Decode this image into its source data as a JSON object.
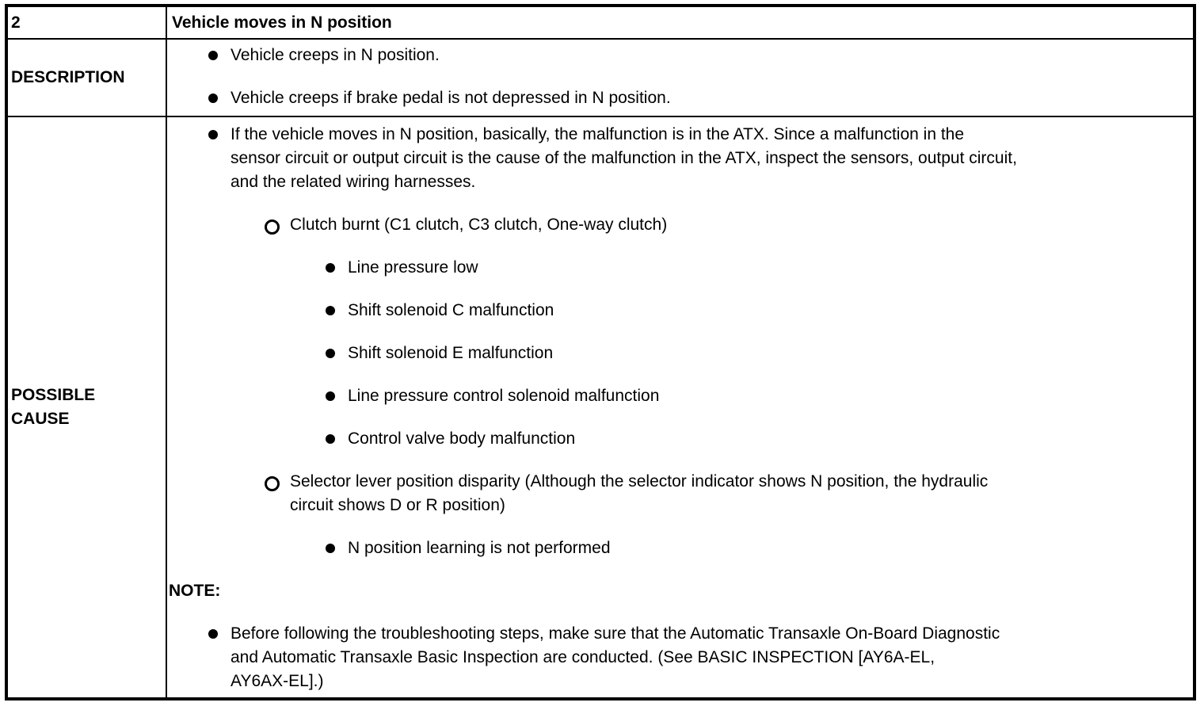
{
  "item": {
    "number": "2",
    "title": "Vehicle moves in N position"
  },
  "description": {
    "label": "DESCRIPTION",
    "items": [
      "Vehicle creeps in N position.",
      "Vehicle creeps if brake pedal is not depressed in N position."
    ]
  },
  "possible_cause": {
    "label": "POSSIBLE CAUSE",
    "intro": {
      "lines": [
        "If the vehicle moves in N position, basically, the malfunction is in the ATX. Since a malfunction in the",
        "sensor circuit or output circuit is the cause of the malfunction in the ATX, inspect the sensors, output circuit,",
        "and the related wiring harnesses."
      ]
    },
    "causes": [
      {
        "lines": [
          "Clutch burnt (C1 clutch, C3 clutch, One-way clutch)"
        ],
        "details": [
          "Line pressure low",
          "Shift solenoid C malfunction",
          "Shift solenoid E malfunction",
          "Line pressure control solenoid malfunction",
          "Control valve body malfunction"
        ]
      },
      {
        "lines": [
          "Selector lever position disparity (Although the selector indicator shows N position, the hydraulic",
          "circuit shows D or R position)"
        ],
        "details": [
          "N position learning is not performed"
        ]
      }
    ],
    "note": {
      "label": "NOTE:",
      "item_lines": [
        "Before following the troubleshooting steps, make sure that the Automatic Transaxle On-Board Diagnostic",
        "and Automatic Transaxle Basic Inspection are conducted. (See BASIC INSPECTION [AY6A-EL,",
        "AY6AX-EL].)"
      ]
    }
  },
  "colors": {
    "text": "#000000",
    "background": "#ffffff",
    "border": "#000000"
  }
}
